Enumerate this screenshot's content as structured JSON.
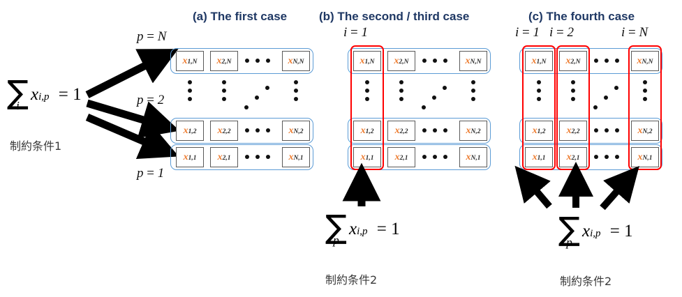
{
  "diagram": {
    "left_constraint": {
      "sigma": "∑",
      "sub": "i",
      "expr_x": "x",
      "expr_sub": "i,p",
      "expr_eq": "= 1",
      "caption": "制約条件1"
    },
    "bottom_constraint_b": {
      "sigma": "∑",
      "sub": "p",
      "expr_x": "x",
      "expr_sub": "i,p",
      "expr_eq": "= 1",
      "caption": "制約条件2"
    },
    "bottom_constraint_c": {
      "sigma": "∑",
      "sub": "p",
      "expr_x": "x",
      "expr_sub": "i,p",
      "expr_eq": "= 1",
      "caption": "制約条件2"
    },
    "p_labels": [
      "p = N",
      "p = 2",
      "p = 1"
    ],
    "cases": [
      {
        "id": "a",
        "title": "(a) The first case",
        "column_labels": [],
        "rows": [
          {
            "cells": [
              {
                "x": "x",
                "sub": "1,N"
              },
              {
                "x": "x",
                "sub": "2,N"
              },
              {
                "x": "x",
                "sub": "N,N"
              }
            ]
          },
          {
            "cells": [
              {
                "x": "x",
                "sub": "1,2"
              },
              {
                "x": "x",
                "sub": "2,2"
              },
              {
                "x": "x",
                "sub": "N,2"
              }
            ]
          },
          {
            "cells": [
              {
                "x": "x",
                "sub": "1,1"
              },
              {
                "x": "x",
                "sub": "2,1"
              },
              {
                "x": "x",
                "sub": "N,1"
              }
            ]
          }
        ],
        "highlight_columns": []
      },
      {
        "id": "b",
        "title": "(b) The second / third case",
        "column_labels": [
          "i = 1"
        ],
        "rows": [
          {
            "cells": [
              {
                "x": "x",
                "sub": "1,N"
              },
              {
                "x": "x",
                "sub": "2,N"
              },
              {
                "x": "x",
                "sub": "N,N"
              }
            ]
          },
          {
            "cells": [
              {
                "x": "x",
                "sub": "1,2"
              },
              {
                "x": "x",
                "sub": "2,2"
              },
              {
                "x": "x",
                "sub": "N,2"
              }
            ]
          },
          {
            "cells": [
              {
                "x": "x",
                "sub": "1,1"
              },
              {
                "x": "x",
                "sub": "2,1"
              },
              {
                "x": "x",
                "sub": "N,1"
              }
            ]
          }
        ],
        "highlight_columns": [
          0
        ]
      },
      {
        "id": "c",
        "title": "(c) The fourth case",
        "column_labels": [
          "i = 1",
          "i = 2",
          "i = N"
        ],
        "rows": [
          {
            "cells": [
              {
                "x": "x",
                "sub": "1,N"
              },
              {
                "x": "x",
                "sub": "2,N"
              },
              {
                "x": "x",
                "sub": "N,N"
              }
            ]
          },
          {
            "cells": [
              {
                "x": "x",
                "sub": "1,2"
              },
              {
                "x": "x",
                "sub": "2,2"
              },
              {
                "x": "x",
                "sub": "N,2"
              }
            ]
          },
          {
            "cells": [
              {
                "x": "x",
                "sub": "1,1"
              },
              {
                "x": "x",
                "sub": "2,1"
              },
              {
                "x": "x",
                "sub": "N,1"
              }
            ]
          }
        ],
        "highlight_columns": [
          0,
          1,
          2
        ]
      }
    ],
    "colors": {
      "title": "#1F3864",
      "row_box": "#5B9BD5",
      "cell_border": "#595959",
      "cell_text": "#ED7D31",
      "highlight": "#FF0000",
      "arrow": "#000000"
    }
  }
}
